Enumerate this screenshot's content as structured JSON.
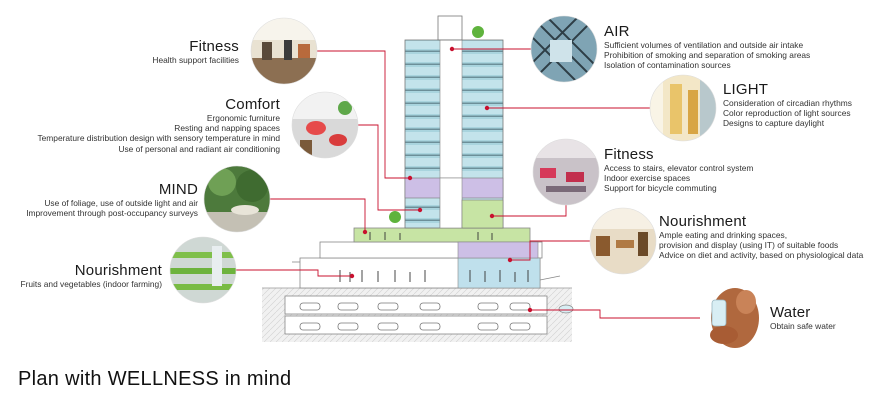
{
  "caption": "Plan with WELLNESS in mind",
  "colors": {
    "connector": "#c8102e",
    "facade": "#a9d4de",
    "floor_green": "#c7e4a4",
    "floor_purple": "#cdbfe6",
    "floor_blue": "#bfe0ec"
  },
  "labels": {
    "fitness_left": {
      "title": "Fitness",
      "lines": [
        "Health support facilities"
      ],
      "photo_icon": "gym-photo-icon"
    },
    "comfort": {
      "title": "Comfort",
      "lines": [
        "Ergonomic furniture",
        "Resting and napping spaces",
        "Temperature distribution design with sensory temperature in mind",
        "Use of personal and radiant air conditioning"
      ],
      "photo_icon": "lounge-photo-icon"
    },
    "mind": {
      "title": "MIND",
      "lines": [
        "Use of foliage, use of outside light and air",
        "Improvement through post-occupancy surveys"
      ],
      "photo_icon": "foliage-photo-icon"
    },
    "nourishment_left": {
      "title": "Nourishment",
      "lines": [
        "Fruits and vegetables (indoor farming)"
      ],
      "photo_icon": "indoor-farm-photo-icon"
    },
    "air": {
      "title": "AIR",
      "lines": [
        "Sufficient volumes of ventilation and outside air intake",
        "Prohibition of smoking and separation of smoking areas",
        "Isolation of contamination sources"
      ],
      "photo_icon": "atrium-photo-icon"
    },
    "light": {
      "title": "LIGHT",
      "lines": [
        "Consideration of circadian rhythms",
        "Color reproduction of light sources",
        "Designs to capture daylight"
      ],
      "photo_icon": "daylight-photo-icon"
    },
    "fitness_right": {
      "title": "Fitness",
      "lines": [
        "Access to stairs, elevator control system",
        "Indoor exercise spaces",
        "Support for bicycle commuting"
      ],
      "photo_icon": "exercise-photo-icon"
    },
    "nourishment_right": {
      "title": "Nourishment",
      "lines": [
        "Ample eating and drinking spaces,",
        "provision and display (using IT) of suitable foods",
        "Advice on diet and activity, based on physiological data"
      ],
      "photo_icon": "cafe-photo-icon"
    },
    "water": {
      "title": "Water",
      "lines": [
        "Obtain safe water"
      ],
      "photo_icon": "drinking-water-photo-icon"
    }
  }
}
